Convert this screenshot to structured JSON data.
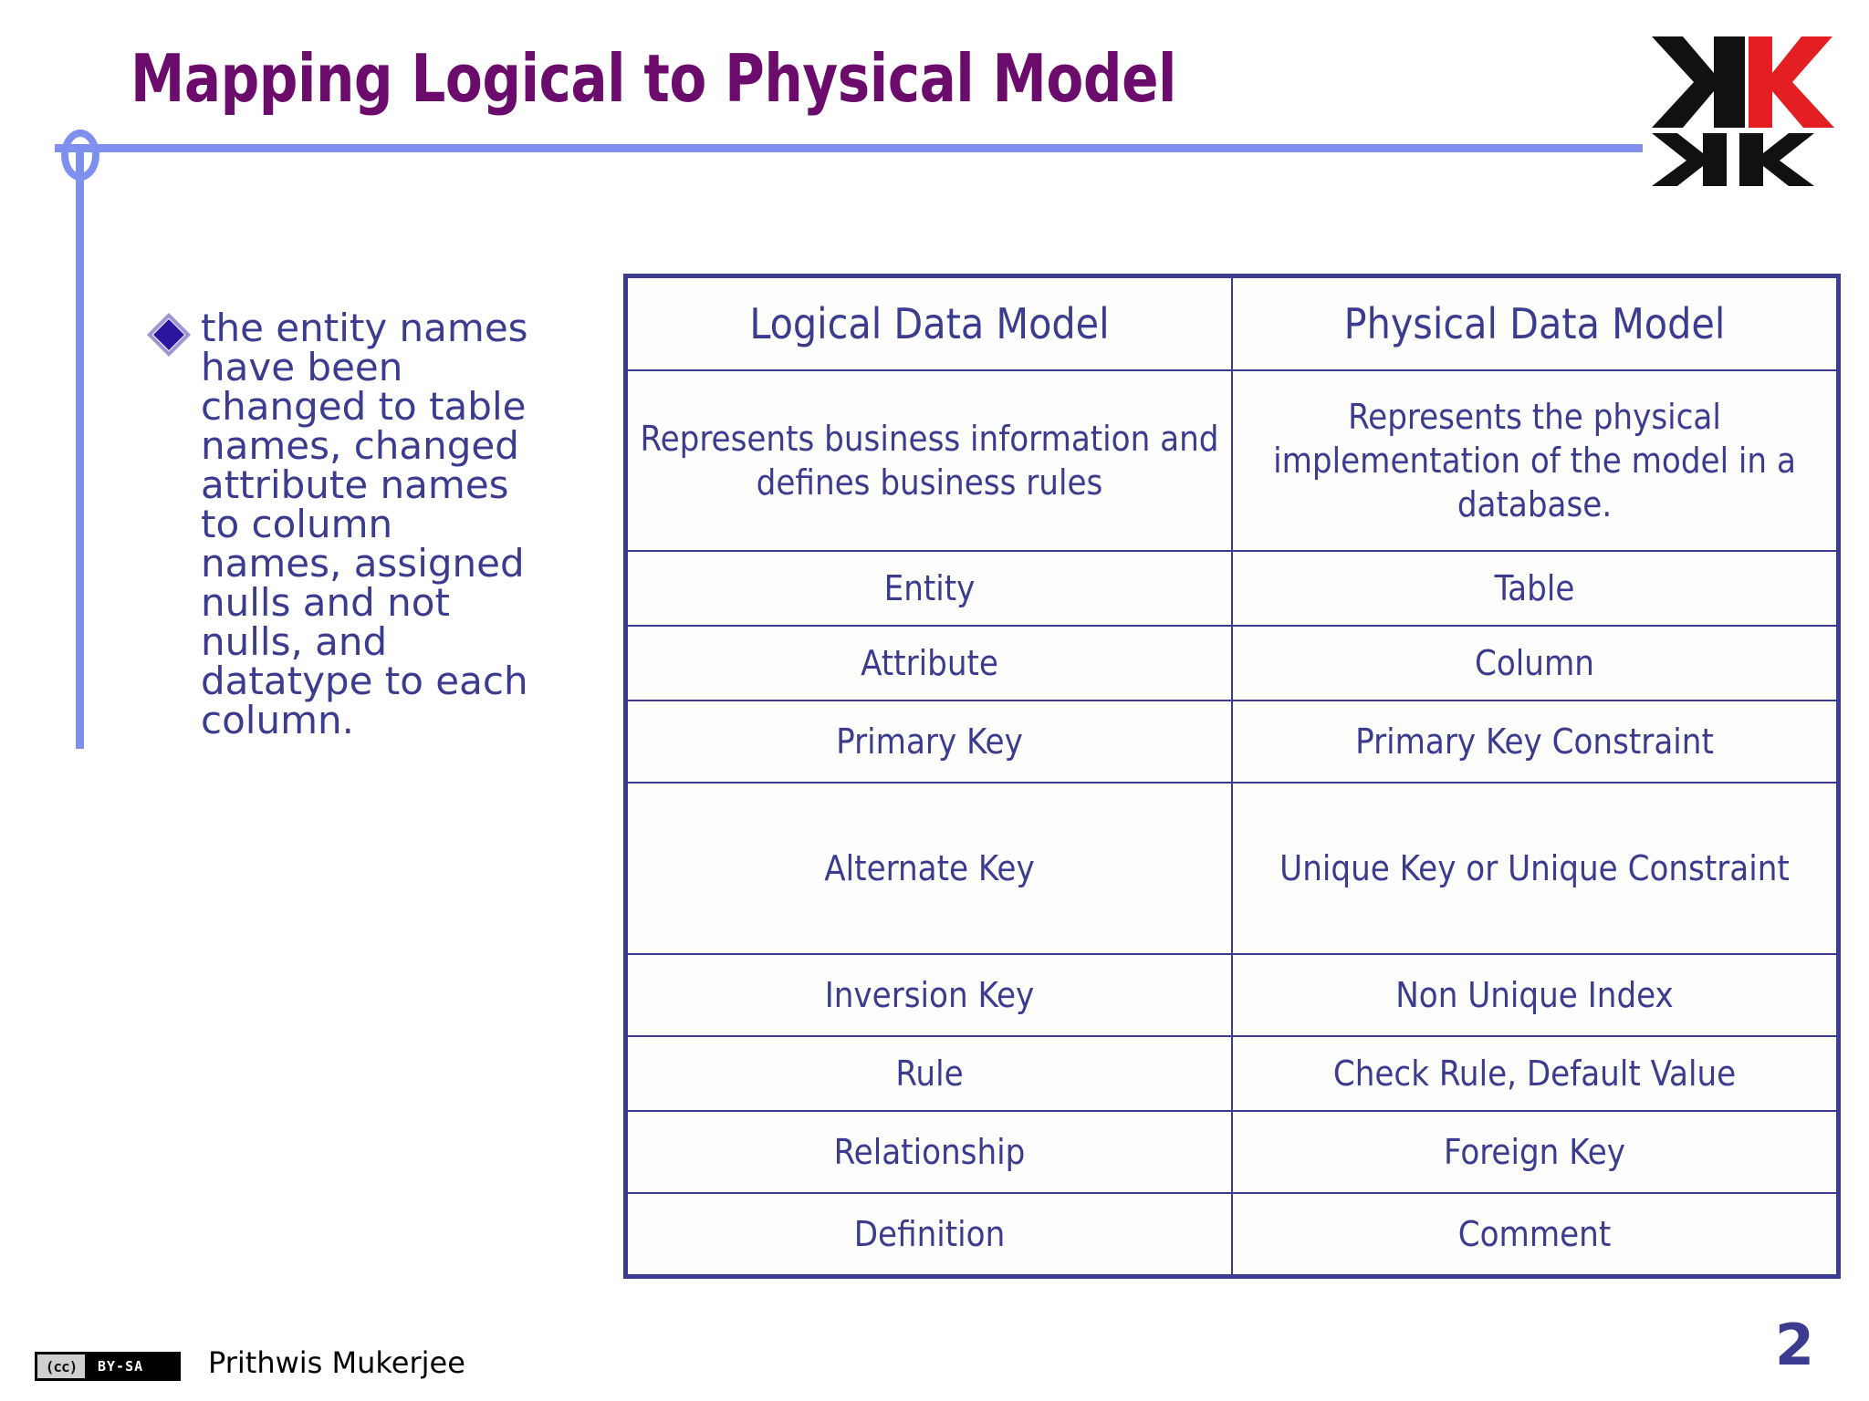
{
  "slide": {
    "title": "Mapping Logical to Physical Model",
    "page_number": "2",
    "accent_purple": "#6B0B6B",
    "accent_blue": "#3b3b8f",
    "deco_line_color": "#7f8fee"
  },
  "logo": {
    "name": "kkkk-logo",
    "letters": [
      "K",
      "K",
      "K",
      "K"
    ],
    "colors": [
      "#111111",
      "#e41f24",
      "#111111",
      "#111111"
    ]
  },
  "bullet": {
    "marker": "diamond-bullet",
    "text": "the entity names have been changed to table names, changed attribute names to column names, assigned nulls and not nulls, and datatype to each column."
  },
  "table": {
    "headers": [
      "Logical Data Model",
      "Physical Data Model"
    ],
    "rows": [
      {
        "logical": "Represents business information and defines business rules",
        "physical": "Represents the physical implementation of the model in a database."
      },
      {
        "logical": "Entity",
        "physical": "Table"
      },
      {
        "logical": "Attribute",
        "physical": "Column"
      },
      {
        "logical": "Primary Key",
        "physical": "Primary Key Constraint"
      },
      {
        "logical": "Alternate Key",
        "physical": "Unique Key or Unique Constraint"
      },
      {
        "logical": "Inversion Key",
        "physical": "Non Unique Index"
      },
      {
        "logical": "Rule",
        "physical": "Check Rule, Default Value"
      },
      {
        "logical": "Relationship",
        "physical": "Foreign Key"
      },
      {
        "logical": "Definition",
        "physical": "Comment"
      }
    ]
  },
  "footer": {
    "cc_mark": "(cc)",
    "cc_license": "BY-SA",
    "author": "Prithwis Mukerjee"
  }
}
